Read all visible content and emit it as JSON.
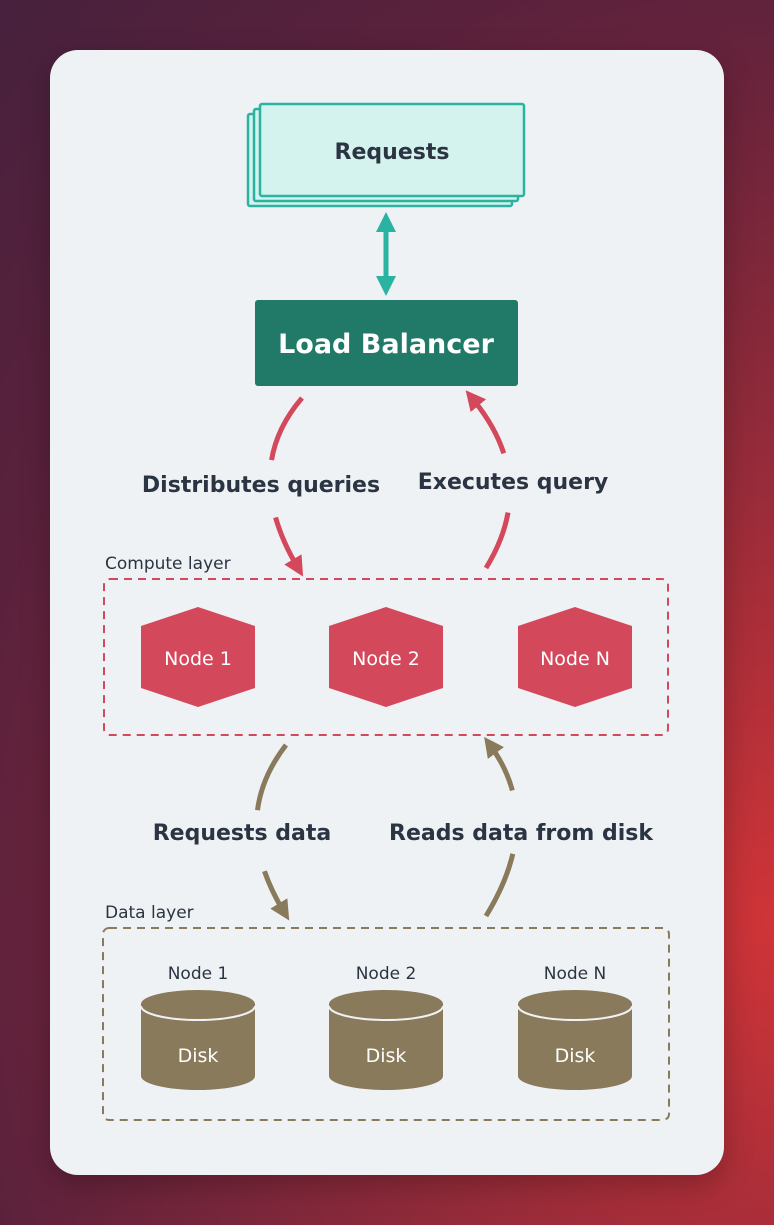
{
  "requests": {
    "label": "Requests"
  },
  "load_balancer": {
    "label": "Load Balancer"
  },
  "flows": {
    "distributes": "Distributes queries",
    "executes": "Executes query",
    "requests_data": "Requests data",
    "reads_data": "Reads data from disk"
  },
  "compute_layer": {
    "title": "Compute layer",
    "nodes": [
      "Node 1",
      "Node 2",
      "Node N"
    ]
  },
  "data_layer": {
    "title": "Data layer",
    "nodes": [
      "Node 1",
      "Node 2",
      "Node N"
    ],
    "disk_label": "Disk"
  },
  "colors": {
    "teal_fill": "#d4f2ee",
    "teal_stroke": "#2ab3a0",
    "lb_fill": "#207a67",
    "compute": "#d4485c",
    "data": "#8a7a5c",
    "text": "#2b3442"
  }
}
